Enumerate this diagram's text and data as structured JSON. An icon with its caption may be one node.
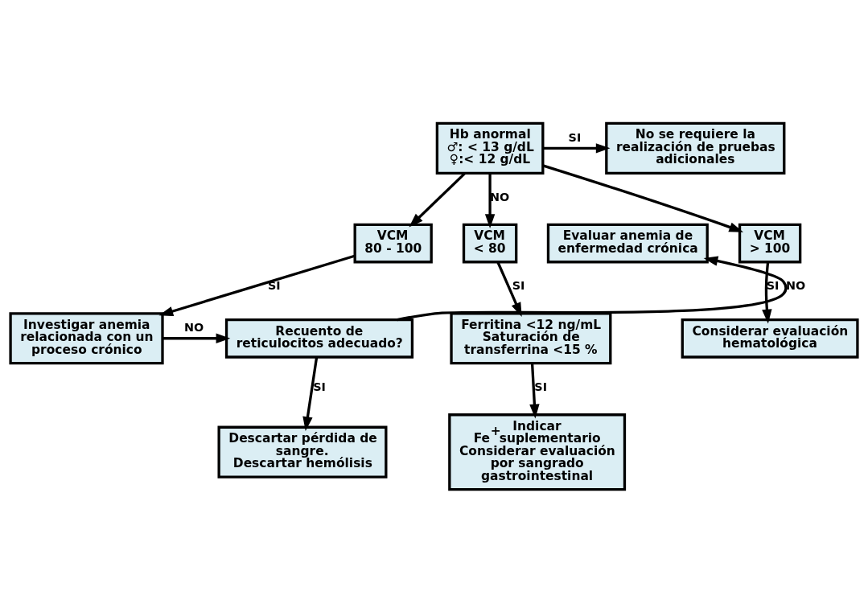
{
  "diagram": {
    "nodes": [
      {
        "text": [
          "Hb anormal",
          "♂: < 13 g/dL",
          "♀:< 12 g/dL"
        ]
      },
      {
        "text": [
          "No se requiere la realización de pruebas adicionales"
        ]
      },
      {
        "text": [
          "VCM",
          "80 - 100"
        ]
      },
      {
        "text": [
          "VCM",
          "< 80"
        ]
      },
      {
        "text": [
          "VCM",
          "> 100"
        ]
      },
      {
        "text": [
          "Evaluar anemia de enfermedad crónica"
        ]
      },
      {
        "text": [
          "Recuento de reticulocitos adecuado?"
        ]
      },
      {
        "text": [
          "Investigar anemia relacionada con un proceso crónico"
        ]
      },
      {
        "text": [
          "Ferritina <12 ng/mL",
          "Saturación de transferrina <15 %"
        ]
      },
      {
        "text": [
          "Considerar evaluación hematológica"
        ]
      },
      {
        "text": [
          "Descartar pérdida de sangre.",
          "Descartar hemólisis"
        ]
      },
      {
        "text": [
          "Indicar Fe$^{+}$suplementario",
          "Considerar evaluación por sangrado gastrointestinal"
        ]
      }
    ],
    "edges": [
      {
        "from": 0,
        "to": 1,
        "arrow": "to",
        "label": "SI"
      },
      {
        "from": 0,
        "to": 2,
        "arrow": "to"
      },
      {
        "from": 0,
        "to": 3,
        "arrow": "to",
        "label": "NO"
      },
      {
        "from": 0,
        "to": 4,
        "arrow": "to"
      },
      {
        "from": 2,
        "to": 7,
        "arrow": "to",
        "label": "SI"
      },
      {
        "from": 3,
        "to": 8,
        "arrow": "to",
        "label": "SI"
      },
      {
        "from": 4,
        "to": 9,
        "arrow": "to",
        "label": "SI"
      },
      {
        "from": 7,
        "to": 6,
        "arrow": "to",
        "label": "NO"
      },
      {
        "from": 6,
        "to": 5,
        "arrow": "to",
        "label": "NO"
      },
      {
        "from": 6,
        "to": 10,
        "arrow": "to",
        "label": "SI"
      },
      {
        "from": 8,
        "to": 11,
        "arrow": "to",
        "label": "SI"
      }
    ]
  }
}
